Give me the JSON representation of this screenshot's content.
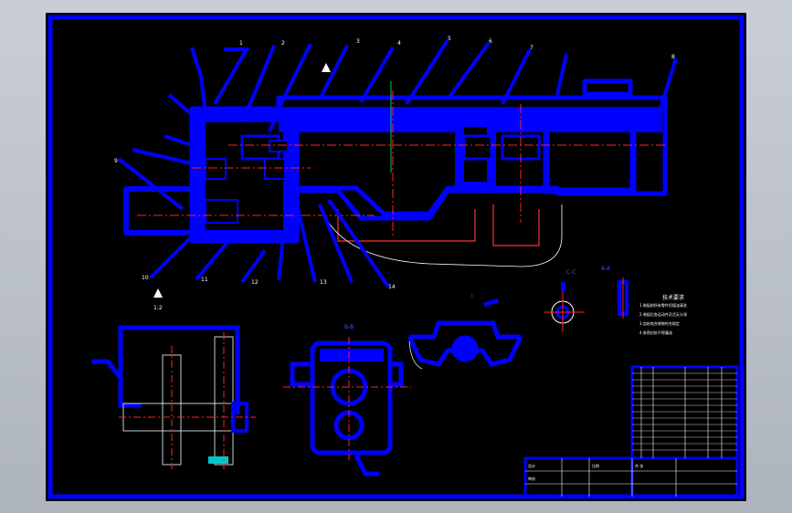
{
  "colors": {
    "background": "#000000",
    "primary": "#0000ff",
    "center_line": "#ff2222",
    "construction": "#ffffff",
    "accent_green": "#00cc44",
    "accent_cyan": "#00c8c8"
  },
  "views": {
    "section_bb_label": "B-B",
    "section_cc_label": "C-C",
    "section_aa_label": "A-A",
    "detail_label": "I",
    "scale_note": "1:2"
  },
  "notes": {
    "heading": "技术要求",
    "lines": [
      "1.装配前所有零件用煤油清洗",
      "2.装配后各运动件灵活无卡滞",
      "3.齿轮啮合侧隙符合规定",
      "4.各密封处不得漏油"
    ]
  },
  "title_block": {
    "label_design": "设计",
    "label_check": "审核",
    "label_scale": "比例",
    "label_sheet": "共 张"
  }
}
